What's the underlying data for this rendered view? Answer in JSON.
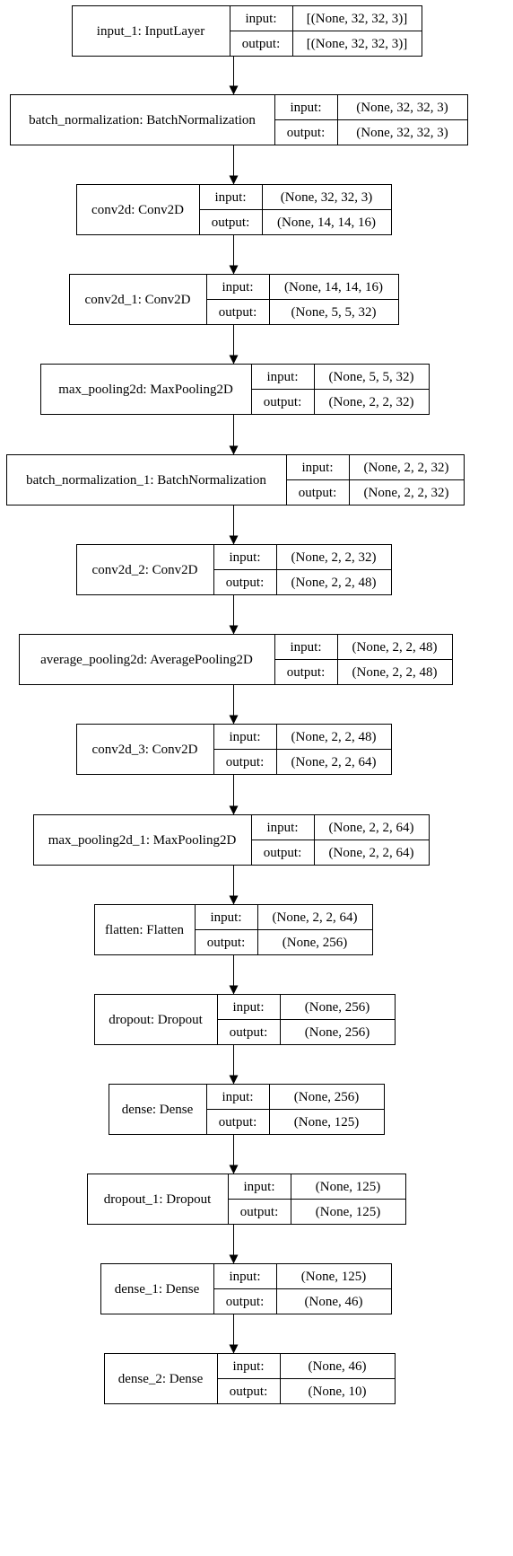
{
  "colors": {
    "stroke": "#000000",
    "background": "#ffffff",
    "text": "#000000"
  },
  "labels": {
    "input": "input:",
    "output": "output:"
  },
  "layers": [
    {
      "name": "input_1: InputLayer",
      "input": "[(None, 32, 32, 3)]",
      "output": "[(None, 32, 32, 3)]"
    },
    {
      "name": "batch_normalization: BatchNormalization",
      "input": "(None, 32, 32, 3)",
      "output": "(None, 32, 32, 3)"
    },
    {
      "name": "conv2d: Conv2D",
      "input": "(None, 32, 32, 3)",
      "output": "(None, 14, 14, 16)"
    },
    {
      "name": "conv2d_1: Conv2D",
      "input": "(None, 14, 14, 16)",
      "output": "(None, 5, 5, 32)"
    },
    {
      "name": "max_pooling2d: MaxPooling2D",
      "input": "(None, 5, 5, 32)",
      "output": "(None, 2, 2, 32)"
    },
    {
      "name": "batch_normalization_1: BatchNormalization",
      "input": "(None, 2, 2, 32)",
      "output": "(None, 2, 2, 32)"
    },
    {
      "name": "conv2d_2: Conv2D",
      "input": "(None, 2, 2, 32)",
      "output": "(None, 2, 2, 48)"
    },
    {
      "name": "average_pooling2d: AveragePooling2D",
      "input": "(None, 2, 2, 48)",
      "output": "(None, 2, 2, 48)"
    },
    {
      "name": "conv2d_3: Conv2D",
      "input": "(None, 2, 2, 48)",
      "output": "(None, 2, 2, 64)"
    },
    {
      "name": "max_pooling2d_1: MaxPooling2D",
      "input": "(None, 2, 2, 64)",
      "output": "(None, 2, 2, 64)"
    },
    {
      "name": "flatten: Flatten",
      "input": "(None, 2, 2, 64)",
      "output": "(None, 256)"
    },
    {
      "name": "dropout: Dropout",
      "input": "(None, 256)",
      "output": "(None, 256)"
    },
    {
      "name": "dense: Dense",
      "input": "(None, 256)",
      "output": "(None, 125)"
    },
    {
      "name": "dropout_1: Dropout",
      "input": "(None, 125)",
      "output": "(None, 125)"
    },
    {
      "name": "dense_1: Dense",
      "input": "(None, 125)",
      "output": "(None, 46)"
    },
    {
      "name": "dense_2: Dense",
      "input": "(None, 46)",
      "output": "(None, 10)"
    }
  ]
}
